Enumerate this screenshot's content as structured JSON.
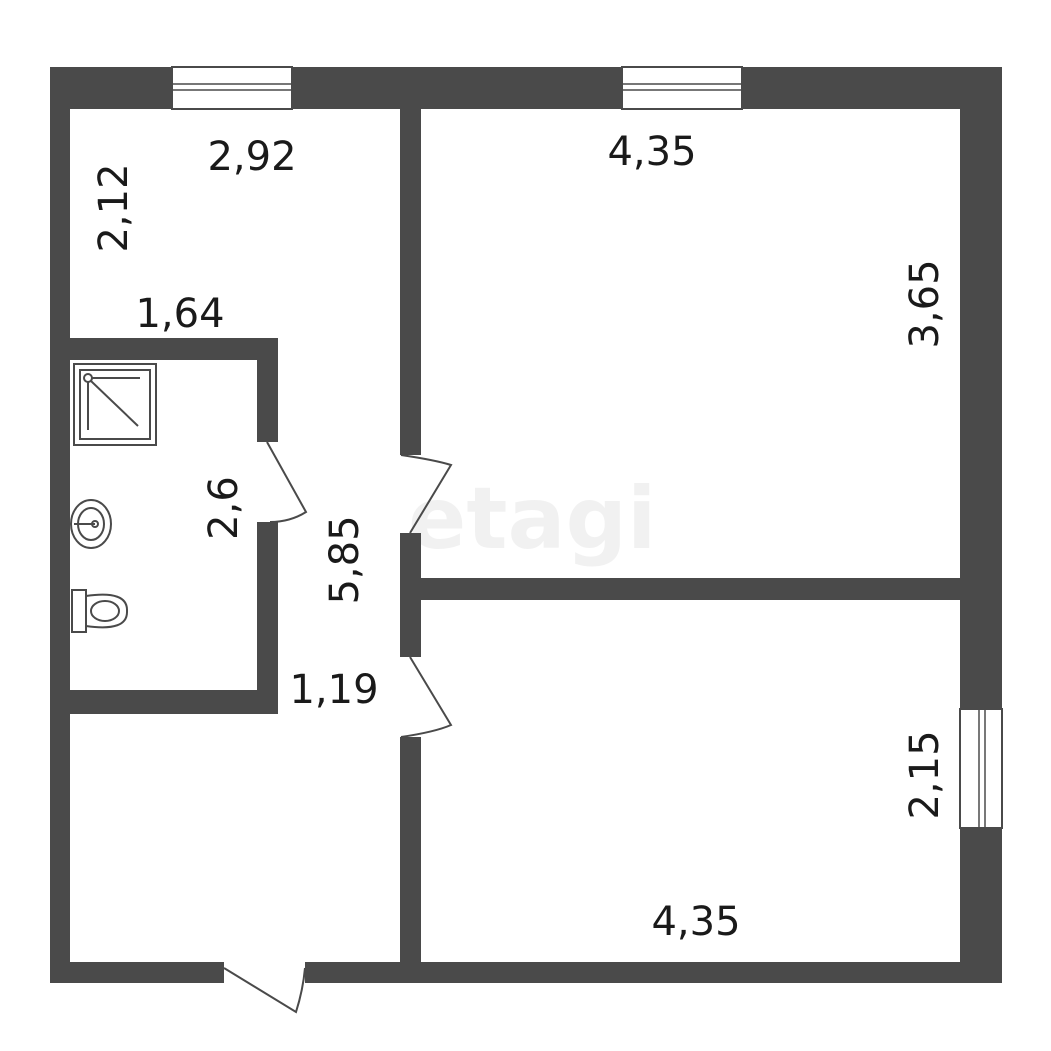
{
  "watermark": "etagi",
  "dimensions": {
    "corridor_width": "2,92",
    "corridor_depth": "2,12",
    "bathroom_width": "1,64",
    "bathroom_length": "2,6",
    "hall_length": "5,85",
    "hall_width": "1,19",
    "room1_width": "4,35",
    "room1_length": "3,65",
    "room2_length": "2,15",
    "room2_width": "4,35"
  },
  "colors": {
    "wall": "#4a4a4a",
    "background": "#ffffff",
    "text": "#1a1a1a"
  },
  "icons": [
    "window-icon",
    "door-swing-icon",
    "shower-icon",
    "sink-icon",
    "toilet-icon"
  ]
}
